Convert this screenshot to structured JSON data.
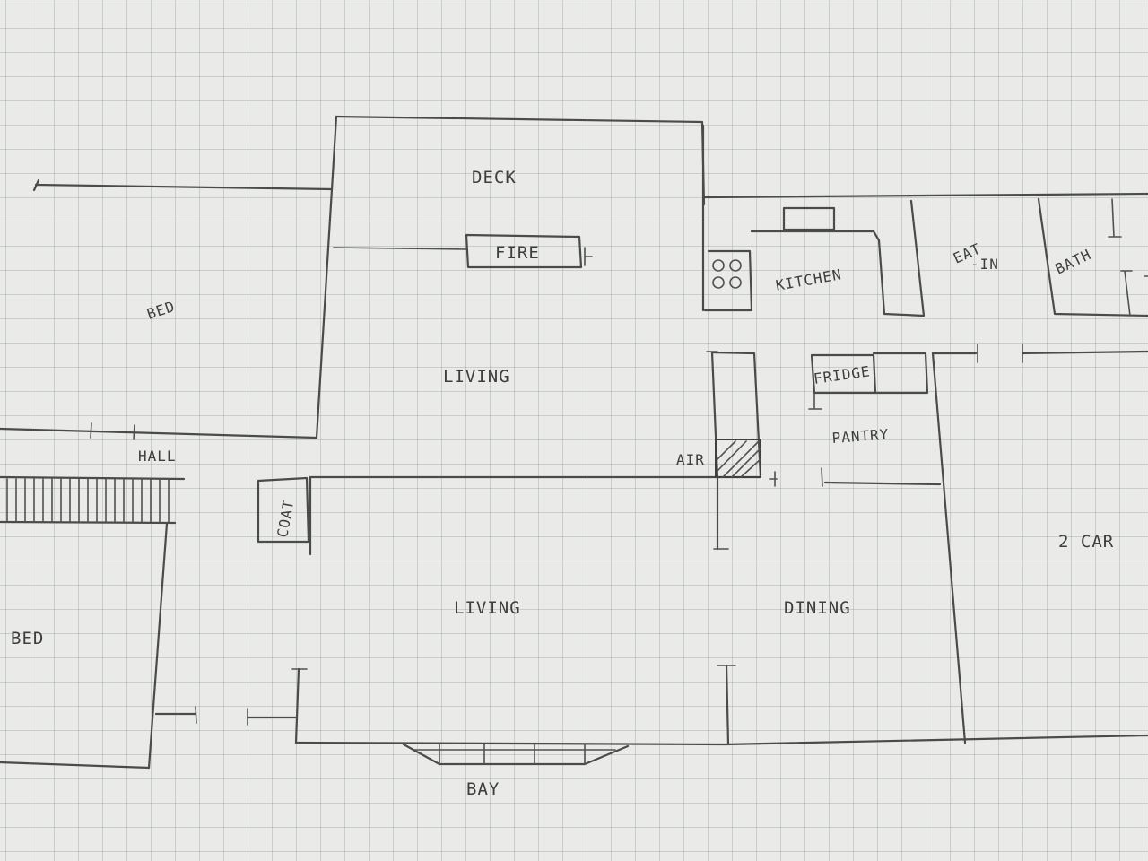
{
  "rooms": {
    "deck": "DECK",
    "fire": "FIRE",
    "kitchen": "KITCHEN",
    "eat_in_1": "EAT",
    "eat_in_2": "-IN",
    "bath": "BATH",
    "bed_upper": "BED",
    "living_upper": "LIVING",
    "fridge": "FRIDGE",
    "pantry": "PANTRY",
    "hall": "HALL",
    "air": "AIR",
    "coat": "COAT",
    "garage": "2 CAR",
    "living_lower": "LIVING",
    "dining": "DINING",
    "bed_lower": "BED",
    "bay": "BAY"
  },
  "colors": {
    "paper": "#eaeae8",
    "grid": "#8a929a",
    "pencil": "#4a4c4a"
  }
}
